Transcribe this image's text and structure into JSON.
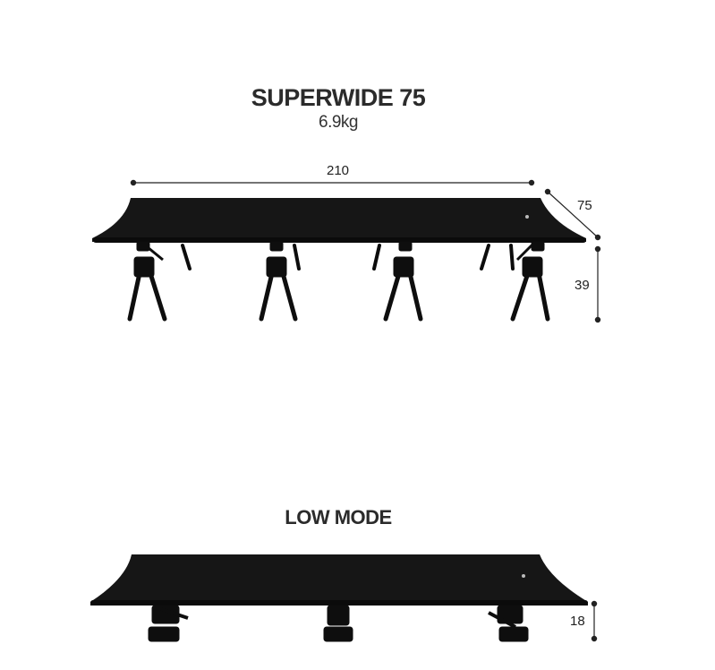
{
  "product": {
    "name": "SUPERWIDE 75",
    "weight": "6.9kg"
  },
  "high_mode": {
    "length": "210",
    "width": "75",
    "height": "39"
  },
  "low_mode": {
    "title": "LOW MODE",
    "height": "18"
  },
  "colors": {
    "fabric": "#161616",
    "frame": "#0c0c0c",
    "text": "#2b2b2b"
  }
}
